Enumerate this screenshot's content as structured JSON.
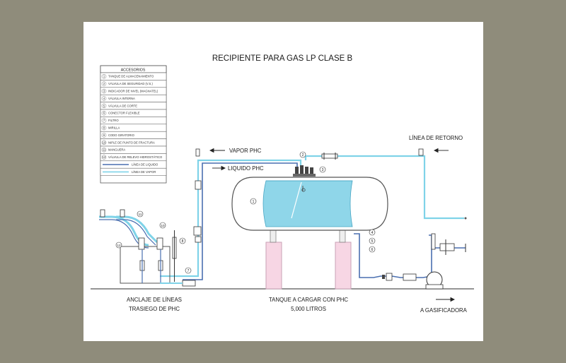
{
  "title": "RECIPIENTE PARA GAS LP CLASE B",
  "legend": {
    "header": "ACCESORIOS",
    "items": [
      {
        "num": "1",
        "text": "TANQUE DE ALMACENAMIENTO"
      },
      {
        "num": "2",
        "text": "VÁLVULA DE SEGURIDAD (V.S.)"
      },
      {
        "num": "3",
        "text": "INDICADOR DE NIVEL (MAGNATEL)"
      },
      {
        "num": "4",
        "text": "VÁLVULA INTERNA"
      },
      {
        "num": "5",
        "text": "VÁLVULA DE CORTE"
      },
      {
        "num": "6",
        "text": "CONECTOR FLEXIBLE"
      },
      {
        "num": "7",
        "text": "FILTRO"
      },
      {
        "num": "8",
        "text": "MIRILLA"
      },
      {
        "num": "9",
        "text": "CODO GIRATORIO"
      },
      {
        "num": "10",
        "text": "NIPLE DE PUNTO DE FRACTURA"
      },
      {
        "num": "11",
        "text": "MANGUERA"
      },
      {
        "num": "12",
        "text": "VÁLVULA DE RELEVO HIDROSTÁTICO"
      }
    ],
    "line_items": [
      {
        "text": "LÍNEA DE LIQUIDO",
        "color": "#4a6fb0"
      },
      {
        "text": "LÍNEA DE VAPOR",
        "color": "#7fd3e8"
      }
    ]
  },
  "labels": {
    "vapor": "VAPOR PHC",
    "liquido": "LIQUIDO PHC",
    "retorno": "LÍNEA DE RETORNO",
    "anclaje_1": "ANCLAJE DE LÍNEAS",
    "anclaje_2": "TRASIEGO DE PHC",
    "tanque_1": "TANQUE A CARGAR CON PHC",
    "tanque_2": "5,000 LITROS",
    "gasificadora": "A GASIFICADORA"
  },
  "callouts": {
    "c1": "1",
    "c2": "2",
    "c3": "3",
    "c4": "4",
    "c5": "5",
    "c6": "6",
    "c7": "7",
    "c8": "8",
    "c10": "10",
    "c11": "11",
    "c12": "12"
  },
  "colors": {
    "liquid_line": "#4a6fb0",
    "vapor_line": "#7fd3e8",
    "liquid_fill": "#8fd6e9",
    "support_fill": "#f7d6e4",
    "support_stroke": "#c9a2b6",
    "background": "#8f8c7b"
  }
}
